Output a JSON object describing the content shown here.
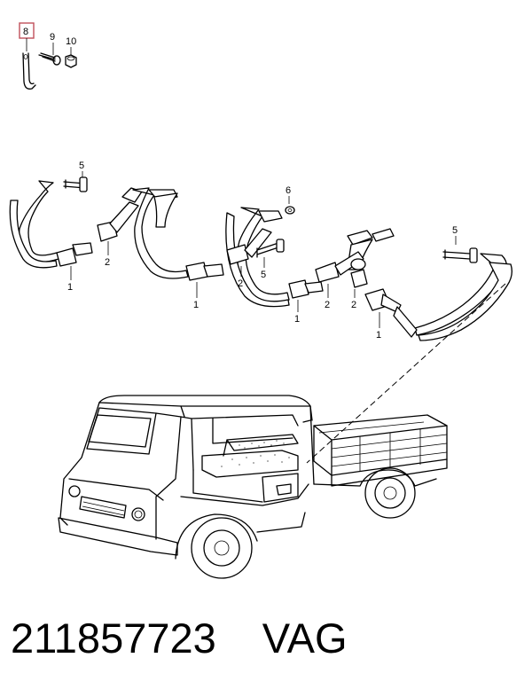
{
  "callouts": {
    "c8": "8",
    "c9": "9",
    "c10": "10",
    "c5a": "5",
    "c5b": "5",
    "c5c": "5",
    "c6": "6",
    "c1a": "1",
    "c1b": "1",
    "c1c": "1",
    "c1d": "1",
    "c2a": "2",
    "c2b": "2",
    "c2c": "2",
    "c2d": "2"
  },
  "colors": {
    "highlight_box": "#c0505a",
    "line": "#000000"
  },
  "footer": {
    "part_number": "211857723",
    "brand": "VAG"
  }
}
